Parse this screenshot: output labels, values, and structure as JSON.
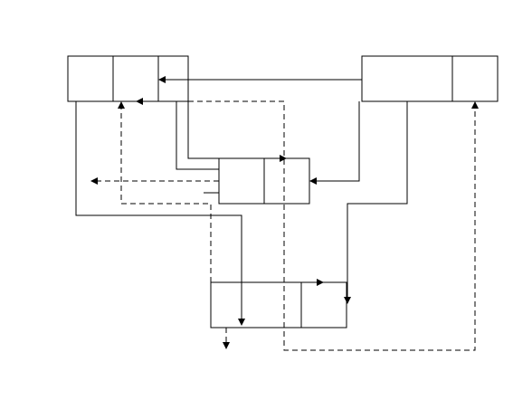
{
  "diagram": {
    "type": "linked-node-structure",
    "colors": {
      "stroke": "#000000",
      "background": "#ffffff"
    },
    "nodes": [
      {
        "id": "node-top-left",
        "fields": 3
      },
      {
        "id": "node-top-right",
        "fields": 2
      },
      {
        "id": "node-middle",
        "fields": 2
      },
      {
        "id": "node-bottom",
        "fields": 2
      }
    ],
    "solid_links": [
      {
        "from": "node-top-right",
        "to": "node-top-left"
      },
      {
        "from": "node-top-right",
        "to": "node-middle"
      },
      {
        "from": "node-top-right",
        "to": "node-bottom"
      },
      {
        "from": "node-top-left",
        "to": "node-middle"
      },
      {
        "from": "node-top-left",
        "to": "node-bottom"
      },
      {
        "from": "node-top-left",
        "to": "node-bottom"
      }
    ],
    "dashed_links": [
      {
        "from": "node-middle",
        "to": "external-left"
      },
      {
        "from": "node-middle",
        "to": "node-top-left"
      },
      {
        "from": "node-top-left",
        "to": "node-top-left"
      },
      {
        "from": "node-bottom",
        "to": "external-below"
      },
      {
        "from": "node-top-left",
        "to": "node-top-right"
      }
    ]
  }
}
